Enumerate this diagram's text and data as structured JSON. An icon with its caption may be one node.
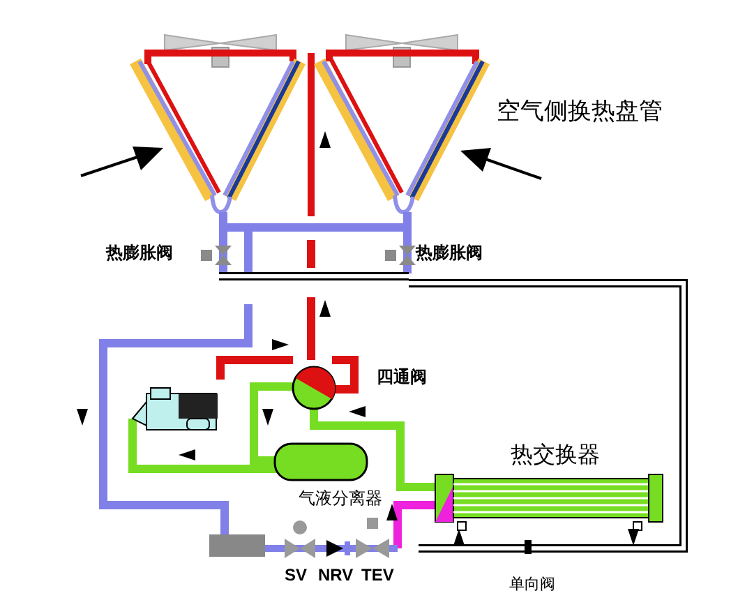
{
  "diagram": {
    "labels": [
      "空气侧换热盘管",
      "热膨胀阀",
      "热膨胀阀",
      "四通阀",
      "热交换器",
      "气液分离器",
      "SV",
      "NRV",
      "TEV",
      "单向阀"
    ]
  }
}
